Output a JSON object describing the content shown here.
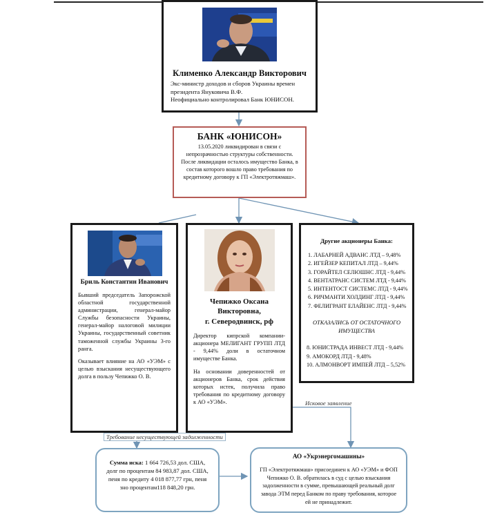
{
  "top_person": {
    "name": "Клименко Александр Викторович",
    "lines": [
      "Экс-министр доходов и сборов Украины времен",
      "президента Януковича В.Ф.",
      "Неофициально контролировал Банк ЮНИСОН."
    ]
  },
  "bank": {
    "title": "БАНК «ЮНИСОН»",
    "lines": [
      "13.05.2020 ликвидирован в связи с",
      "непрозрачностью структуры собственности.",
      "После ликвидации осталось имущество Банка, в",
      "состав которого вошло право требования по",
      "кредитному договору к ГП «Электротяжмаш»."
    ]
  },
  "bril": {
    "name": "Бриль Константин Иванович",
    "paragraph1": "Бывший председатель Запорожской областной государственной администрации, генерал-майор Службы безопасности Украины, генерал-майор налоговой милиции Украины, государственный советник таможенной службы Украины 3-го ранга.",
    "paragraph2": "Оказывает влияние на АО «УЭМ» с целью взыскания несуществующего долга в пользу Чепижко О. В."
  },
  "chepizhko": {
    "name_line1": "Чепижко Оксана",
    "name_line2": "Викторовна,",
    "name_line3": "г. Северодвинск, рф",
    "paragraph1": "Директор кипрской компании-акционера МЕЛИГАНТ ГРУПП ЛТД - 9,44% доли в остаточном имуществе Банка.",
    "paragraph2": "На основании доверенностей от акционеров Банка, срок действия которых истек, получила право требования по кредитному договору к АО «УЭМ»."
  },
  "shareholders": {
    "title": "Другие акционеры Банка:",
    "list1": [
      "1. ЛАБАРНЕЙ АДВАНС ЛТД – 9,48%",
      "2. ИГЕЙЗЕР КЕПИТАЛ ЛТД – 9,44%",
      "3. ГОРАЙТЕЛ СЕЛЮШНС ЛТД - 9,44%",
      "4. ВЕНТАТРАНС СИСТЕМ ЛТД - 9,44%",
      "5. ИНТЕНТОСТ СИСТЕМС ЛТД - 9,44%",
      "6. РИЧМАНТИ ХОЛДИНГ ЛТД - 9,44%",
      "7. ФЕЛИГРАНТ ЕЛАЙЕНС ЛТД - 9,44%"
    ],
    "refused_line1": "ОТКАЗАЛИСЬ ОТ ОСТАТОЧНОГО",
    "refused_line2": "ИМУЩЕСТВА",
    "list2": [
      "8. ЮНИСТРАДА ИНВЕСТ ЛТД - 9,44%",
      "9. АМОКОРД ЛТД - 9,48%",
      "10. АЛМОНВОРТ ИМПЕЙ ЛТД – 5,52%"
    ]
  },
  "labels": {
    "claim_statement": "Исковое заявление",
    "nonexistent_debt": "Требование несуществующей задолженности"
  },
  "sum_box": {
    "lead": "Сумма иска:",
    "text": "1 664 726,53 дол. США, долг по процентам 84 983,87 дол. США, пеня по кредиту 4 018 877,77 грн, пеня зно процентам118 848,20 грн."
  },
  "uem_box": {
    "title": "АО «Укрэнергомашины»",
    "text": "ГП «Электротяжмаш» присоединен к АО «УЭМ» и ФОП Чепижко О. В. обратилась в суд с целью взыскания задолженности в сумме, превышающей реальный долг завода ЭТМ перед Банком по праву требования, которое ей не принадлежит."
  },
  "colors": {
    "border_black": "#1a1a1a",
    "border_red": "#b55a55",
    "border_blue": "#7ea4c0",
    "arrow": "#6f94b4"
  }
}
